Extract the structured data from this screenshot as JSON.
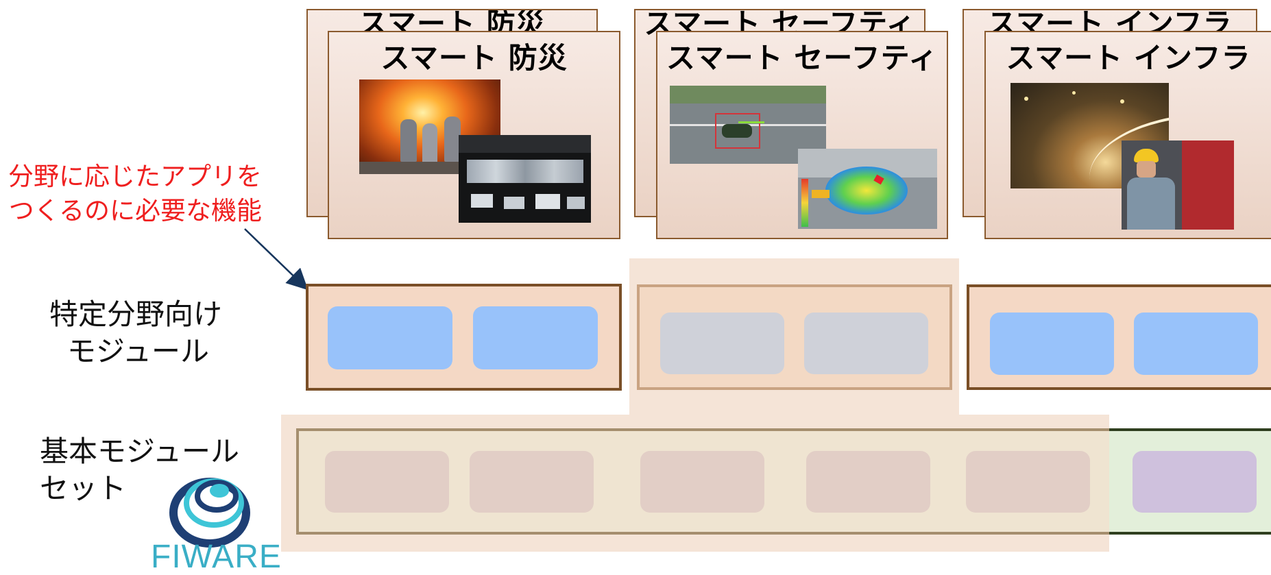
{
  "callout": {
    "line1": "分野に応じたアプリを",
    "line2": "つくるのに必要な機能"
  },
  "cards": {
    "bousai": "スマート 防災",
    "safety": "スマート セーフティ",
    "infra": "スマート インフラ"
  },
  "layers": {
    "specific_line1": "特定分野向け",
    "specific_line2": "モジュール",
    "base_line1": "基本モジュール",
    "base_line2": "セット"
  },
  "logo": {
    "text": "FIWARE",
    "icon": "fiware-swirl-icon"
  },
  "colors": {
    "callout_red": "#ef1f1f",
    "module_blue": "#98c2fa",
    "module_grey": "#cfd1d9",
    "module_pink": "#e2cec6",
    "module_purple": "#cfc1dd",
    "fiware_navy": "#1e3f74",
    "fiware_teal": "#3ec5d7"
  }
}
